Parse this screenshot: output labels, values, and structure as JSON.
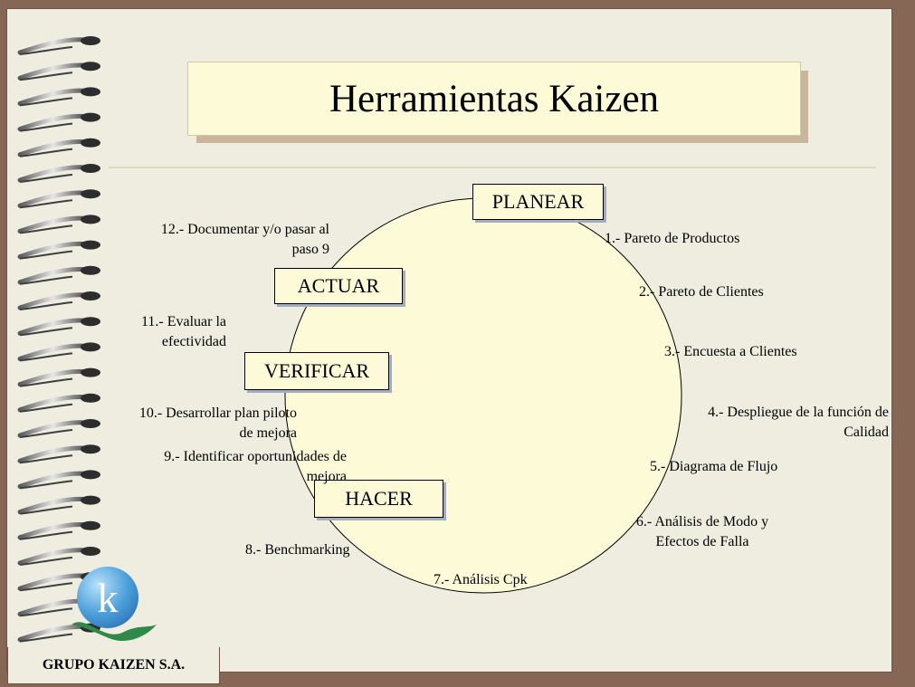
{
  "slide": {
    "title": "Herramientas Kaizen",
    "footer_company": "GRUPO KAIZEN S.A.",
    "logo_letter": "k"
  },
  "phases": {
    "plan": "PLANEAR",
    "act": "ACTUAR",
    "check": "VERIFICAR",
    "do": "HACER"
  },
  "tools": [
    {
      "line1": "1.- Pareto de Productos",
      "line2": ""
    },
    {
      "line1": "2.- Pareto de Clientes",
      "line2": ""
    },
    {
      "line1": "3.- Encuesta a Clientes",
      "line2": ""
    },
    {
      "line1": "4.- Despliegue de la función de",
      "line2": "Calidad"
    },
    {
      "line1": "5.- Diagrama de Flujo",
      "line2": ""
    },
    {
      "line1": "6.- Análisis de Modo y",
      "line2": "Efectos de Falla"
    },
    {
      "line1": "7.- Análisis Cpk",
      "line2": ""
    },
    {
      "line1": "8.- Benchmarking",
      "line2": ""
    },
    {
      "line1": "9.- Identificar oportunidades de",
      "line2": "mejora"
    },
    {
      "line1": "10.- Desarrollar plan piloto",
      "line2": "de mejora"
    },
    {
      "line1": "11.- Evaluar la",
      "line2": "efectividad"
    },
    {
      "line1": "12.- Documentar y/o pasar al",
      "line2": "paso 9"
    }
  ],
  "colors": {
    "frame": "#866756",
    "page": "#eeede0",
    "box_fill": "#fdfbd7",
    "box_shadow": "#a4acbf",
    "logo_blue": "#4a9fd9",
    "logo_green": "#2f8a4a"
  },
  "icons": {
    "spiral": "spiral-binding-icon",
    "logo": "kaizen-logo-icon"
  }
}
